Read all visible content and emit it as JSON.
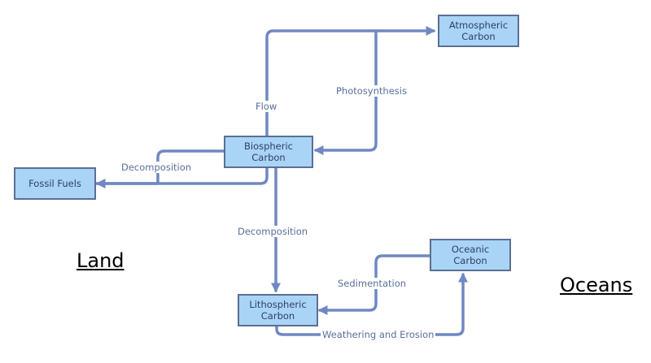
{
  "nodes": {
    "atmospheric": "Atmospheric Carbon",
    "biospheric": "Biospheric Carbon",
    "fossil": "Fossil Fuels",
    "lithospheric": "Lithospheric Carbon",
    "oceanic": "Oceanic Carbon"
  },
  "edges": {
    "flow": "Flow",
    "photosynthesis": "Photosynthesis",
    "decomposition_fossil": "Decomposition",
    "decomposition_litho": "Decomposition",
    "sedimentation": "Sedimentation",
    "weathering": "Weathering and Erosion"
  },
  "regions": {
    "land": "Land",
    "oceans": "Oceans"
  },
  "colors": {
    "arrow": "#7088c2",
    "box_fill": "#a9d4f5",
    "box_border": "#5b6f94"
  }
}
